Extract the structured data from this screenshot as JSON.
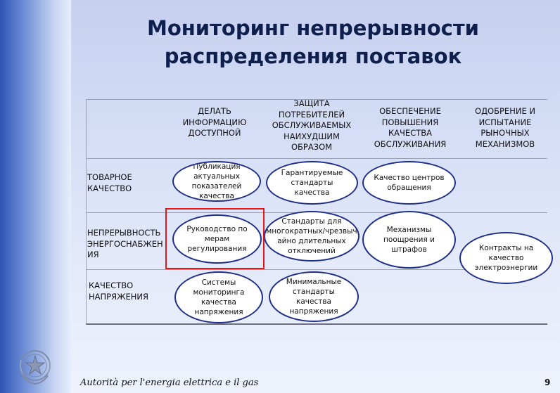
{
  "slide": {
    "title_line1": "Мониторинг непрерывности",
    "title_line2": "распределения поставок",
    "footer": "Autorità per l'energia elettrica e il gas",
    "page_number": "9"
  },
  "columns": [
    {
      "label": "ДЕЛАТЬ\nИНФОРМАЦИЮ\nДОСТУПНОЙ"
    },
    {
      "label": "ЗАЩИТА\nПОТРЕБИТЕЛЕЙ\nОБСЛУЖИВАЕМЫХ\nНАИХУДШИМ\nОБРАЗОМ"
    },
    {
      "label": "ОБЕСПЕЧЕНИЕ\nПОВЫШЕНИЯ\nКАЧЕСТВА\nОБСЛУЖИВАНИЯ"
    },
    {
      "label": "ОДОБРЕНИЕ И\nИСПЫТАНИЕ\nРЫНОЧНЫХ\nМЕХАНИЗМОВ"
    }
  ],
  "rows": [
    {
      "label": "ТОВАРНОЕ\nКАЧЕСТВО"
    },
    {
      "label": "НЕПРЕРЫВНОСТЬ\nЭНЕРГОСНАБЖЕН\nИЯ"
    },
    {
      "label": "КАЧЕСТВО\nНАПРЯЖЕНИЯ"
    }
  ],
  "cells": {
    "r1c1": "Публикация\nактуальных\nпоказателей\nкачества",
    "r1c2": "Гарантируемые\nстандарты\nкачества",
    "r1c3": "Качество центров\nобращения",
    "r2c1": "Руководство по\nмерам\nрегулирования",
    "r2c2": "Стандарты для\nмногократных/чрезвыч\nайно длительных\nотключений",
    "r2c3": "Механизмы\nпоощрения и\nштрафов",
    "r2c4": "Контракты  на\nкачество\nэлектроэнергии",
    "r3c1": "Системы\nмониторинга\nкачества\nнапряжения",
    "r3c2": "Минимальные\nстандарты\nкачества\nнапряжения"
  }
}
